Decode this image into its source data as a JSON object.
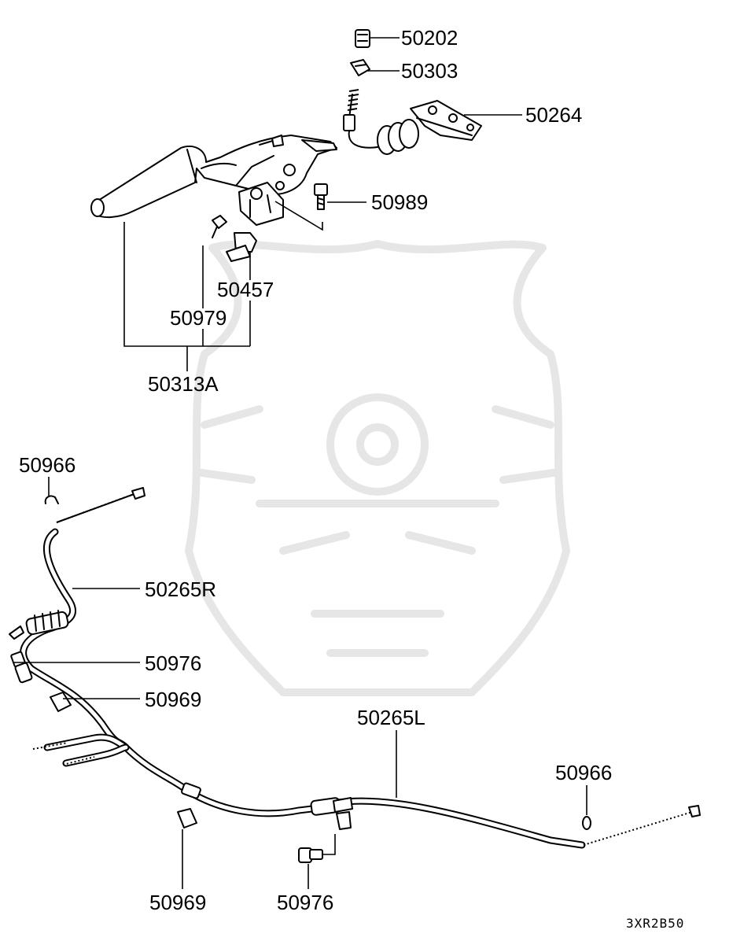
{
  "diagram_code": "3XR2B50",
  "parts": [
    {
      "number": "50202"
    },
    {
      "number": "50303"
    },
    {
      "number": "50264"
    },
    {
      "number": "50989"
    },
    {
      "number": "50457"
    },
    {
      "number": "50979"
    },
    {
      "number": "50313A"
    },
    {
      "number": "50966"
    },
    {
      "number": "50265R"
    },
    {
      "number": "50976"
    },
    {
      "number": "50969"
    },
    {
      "number": "50265L"
    },
    {
      "number": "50966"
    },
    {
      "number": "50969"
    },
    {
      "number": "50976"
    }
  ]
}
